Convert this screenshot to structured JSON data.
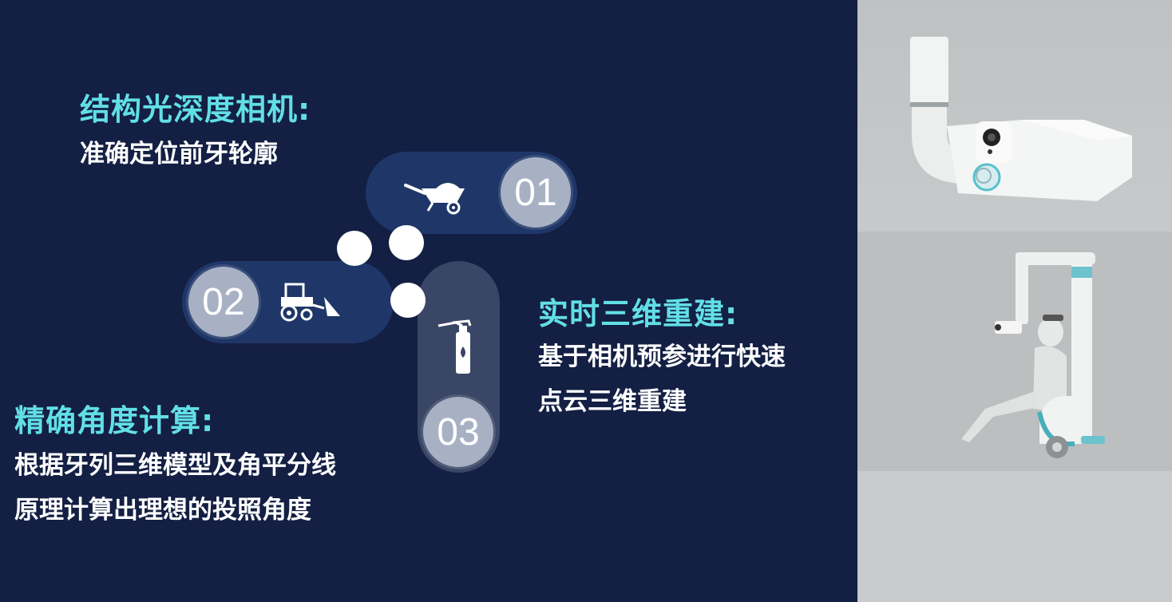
{
  "sections": {
    "structured_light": {
      "title": "结构光深度相机:",
      "lines": [
        "准确定位前牙轮廓"
      ]
    },
    "angle": {
      "title": "精确角度计算:",
      "lines": [
        "根据牙列三维模型及角平分线",
        "原理计算出理想的投照角度"
      ]
    },
    "reconstruction": {
      "title": "实时三维重建:",
      "lines": [
        "基于相机预参进行快速",
        "点云三维重建"
      ]
    }
  },
  "steps": [
    {
      "number": "01",
      "icon": "wheelbarrow-icon"
    },
    {
      "number": "02",
      "icon": "bulldozer-icon"
    },
    {
      "number": "03",
      "icon": "fire-extinguisher-icon"
    }
  ],
  "colors": {
    "background": "#131f43",
    "heading": "#62dfe6",
    "pill": "#1f3768",
    "pill_vertical": "#3a4666",
    "number_circle": "#a8b1c4",
    "photo_panel": "#c9cbcc"
  }
}
